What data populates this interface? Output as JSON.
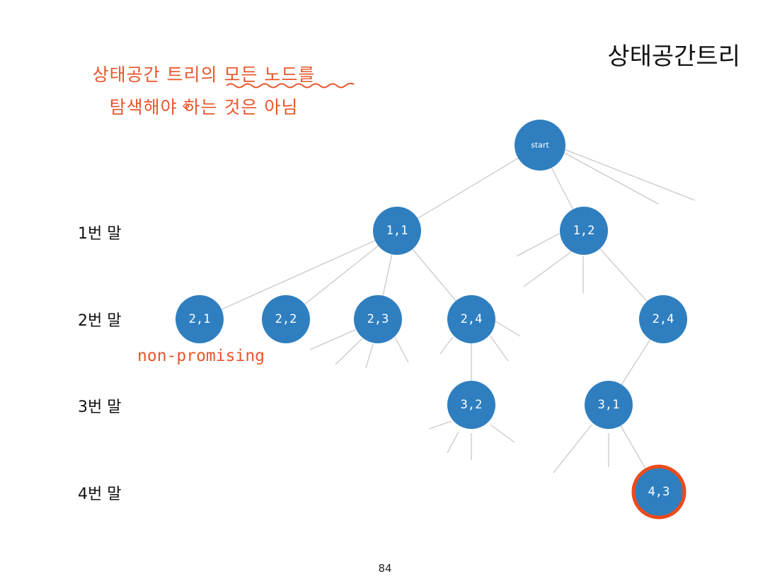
{
  "title": "상태공간트리",
  "annotation": {
    "line1": "상태공간 트리의 모든 노드를",
    "line2": "탐색해야 하는 것은 아님",
    "color": "#e8552b"
  },
  "levels": [
    "1번 말",
    "2번 말",
    "3번 말",
    "4번 말"
  ],
  "non_promising_label": "non-promising",
  "page_number": "84",
  "colors": {
    "node": "#2f7fc0",
    "edge": "#c9c9c9",
    "highlight": "#ee4a1a"
  },
  "nodes": [
    {
      "id": "start",
      "label": "start"
    },
    {
      "id": "n11",
      "label": "1,1"
    },
    {
      "id": "n12",
      "label": "1,2"
    },
    {
      "id": "n21",
      "label": "2,1"
    },
    {
      "id": "n22",
      "label": "2,2"
    },
    {
      "id": "n23",
      "label": "2,3"
    },
    {
      "id": "n24a",
      "label": "2,4"
    },
    {
      "id": "n24b",
      "label": "2,4"
    },
    {
      "id": "n32",
      "label": "3,2"
    },
    {
      "id": "n31",
      "label": "3,1"
    },
    {
      "id": "n43",
      "label": "4,3",
      "highlighted": true
    }
  ],
  "edges": [
    [
      "start",
      "n11"
    ],
    [
      "start",
      "n12"
    ],
    [
      "n11",
      "n21"
    ],
    [
      "n11",
      "n22"
    ],
    [
      "n11",
      "n23"
    ],
    [
      "n11",
      "n24a"
    ],
    [
      "n12",
      "n24b"
    ],
    [
      "n24a",
      "n32"
    ],
    [
      "n24b",
      "n31"
    ],
    [
      "n31",
      "n43"
    ]
  ]
}
